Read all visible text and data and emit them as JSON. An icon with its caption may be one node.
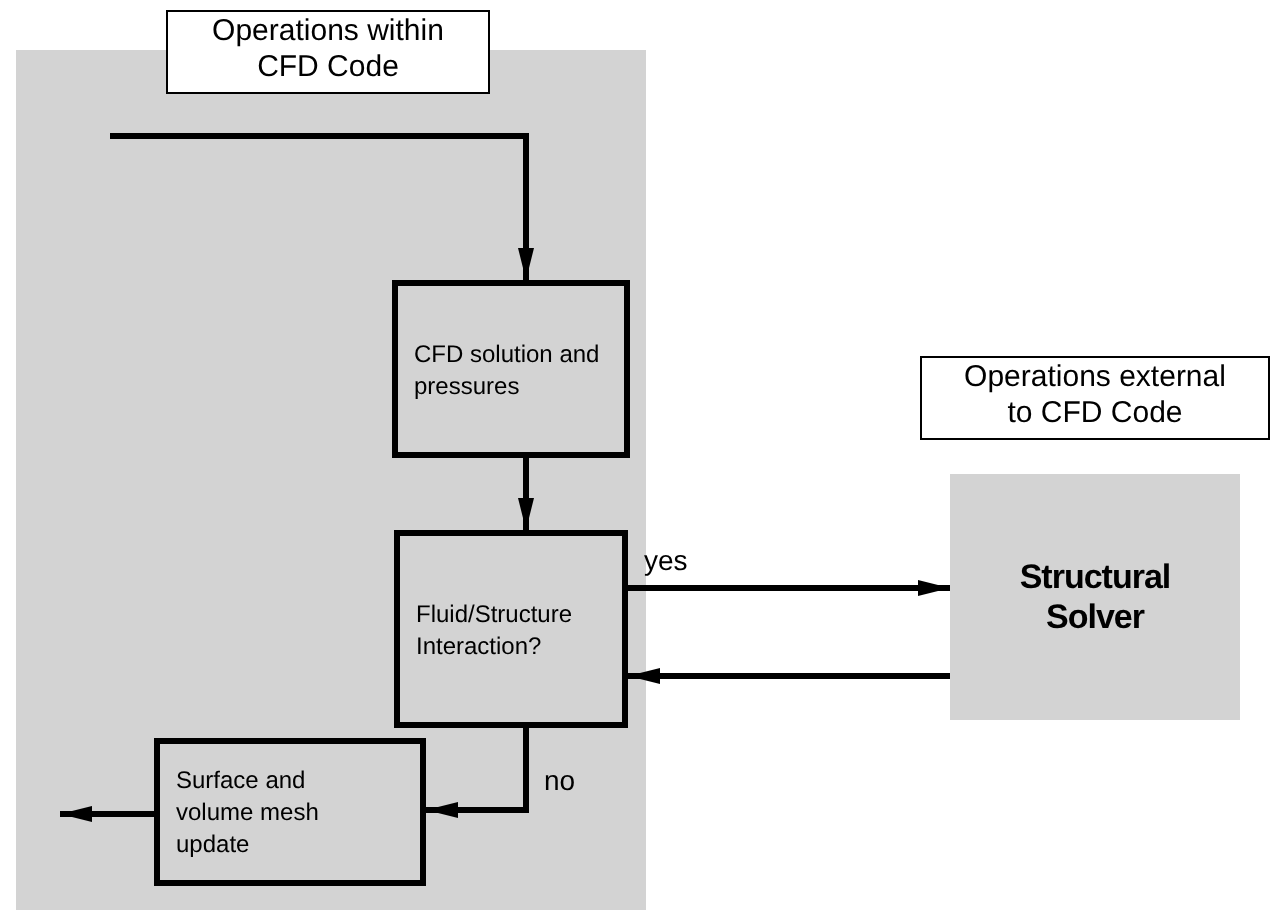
{
  "diagram": {
    "nodes": [
      {
        "text": [
          "Operations within CFD Code"
        ]
      },
      {
        "text": [
          "CFD solution and pressures"
        ],
        "in": 0
      },
      {
        "text": [
          "Fluid/Structure Interaction?"
        ],
        "in": 0
      },
      {
        "text": [
          "Surface and volume mesh update"
        ],
        "in": 0
      },
      {
        "text": [
          "Operations external to CFD Code",
          "Structural Solver"
        ]
      }
    ],
    "edges": [
      {
        "from": null,
        "to": 1,
        "arrow": "to"
      },
      {
        "from": 1,
        "to": 2,
        "arrow": "to"
      },
      {
        "from": 2,
        "to": 4,
        "arrow": "to",
        "label": "yes"
      },
      {
        "from": 4,
        "to": 2,
        "arrow": "to"
      },
      {
        "from": 2,
        "to": 3,
        "arrow": "to",
        "label": "no"
      },
      {
        "from": 3,
        "to": null,
        "arrow": "to"
      }
    ]
  }
}
